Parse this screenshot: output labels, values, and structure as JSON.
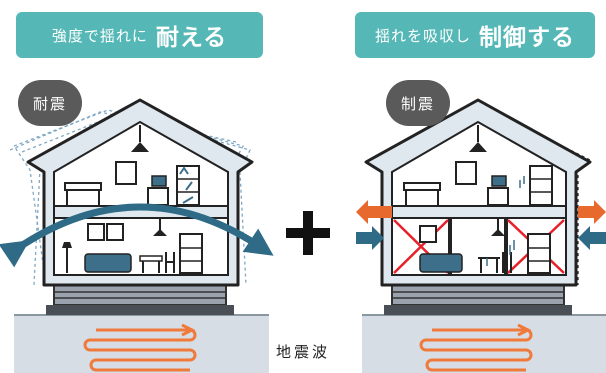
{
  "left_panel": {
    "banner_prefix": "強度で揺れに",
    "banner_emphasis": "耐える",
    "badge": "耐震"
  },
  "right_panel": {
    "banner_prefix": "揺れを吸収し",
    "banner_emphasis": "制御する",
    "badge": "制震"
  },
  "plus_sign": "+",
  "ground_label": "地震波",
  "colors": {
    "banner": "#55b8b6",
    "badge": "#5a5a5a",
    "arrow_blue": "#2f6b87",
    "arrow_orange": "#e8692e",
    "wave": "#f07a3c",
    "brace_red": "#e8202a",
    "ground": "#d6dde4",
    "house_fill": "#dfe7ef"
  }
}
